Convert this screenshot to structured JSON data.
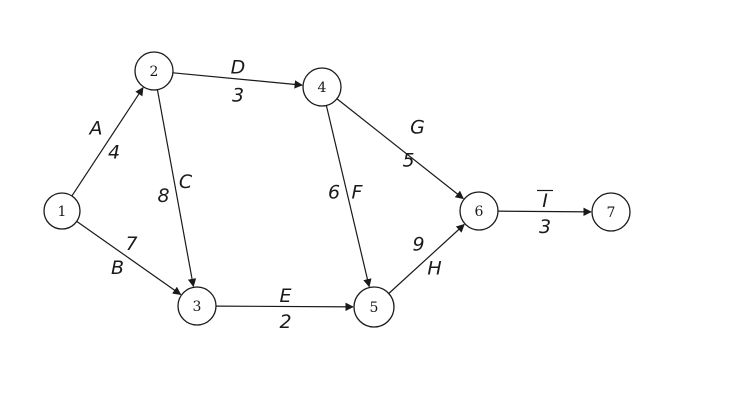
{
  "colors": {
    "ink": "#1a1a1a",
    "background": "#ffffff"
  },
  "nodes": [
    {
      "id": "1",
      "label": "1"
    },
    {
      "id": "2",
      "label": "2"
    },
    {
      "id": "3",
      "label": "3"
    },
    {
      "id": "4",
      "label": "4"
    },
    {
      "id": "5",
      "label": "5"
    },
    {
      "id": "6",
      "label": "6"
    },
    {
      "id": "7",
      "label": "7"
    }
  ],
  "edges": [
    {
      "from": "1",
      "to": "2",
      "activity": "A",
      "duration": "4"
    },
    {
      "from": "1",
      "to": "3",
      "activity": "B",
      "duration": "7"
    },
    {
      "from": "2",
      "to": "3",
      "activity": "C",
      "duration": "8"
    },
    {
      "from": "2",
      "to": "4",
      "activity": "D",
      "duration": "3"
    },
    {
      "from": "3",
      "to": "5",
      "activity": "E",
      "duration": "2"
    },
    {
      "from": "4",
      "to": "5",
      "activity": "F",
      "duration": "6"
    },
    {
      "from": "4",
      "to": "6",
      "activity": "G",
      "duration": "5"
    },
    {
      "from": "5",
      "to": "6",
      "activity": "H",
      "duration": "9"
    },
    {
      "from": "6",
      "to": "7",
      "activity": "I",
      "duration": "3"
    }
  ]
}
